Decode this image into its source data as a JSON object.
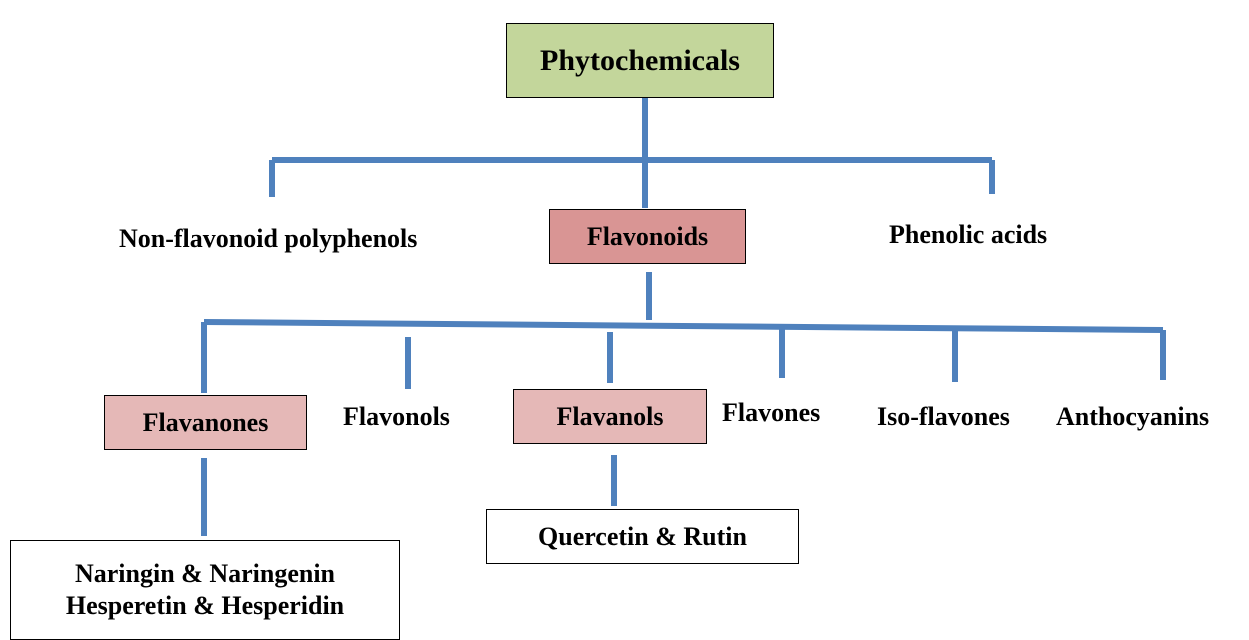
{
  "colors": {
    "connector": "#4f81bd",
    "root_fill": "#c3d69b",
    "flavonoids_fill": "#d99594",
    "subclass_fill": "#e5b8b7",
    "compound_fill": "#ffffff",
    "text": "#000000"
  },
  "root": {
    "label": "Phytochemicals"
  },
  "level1": {
    "non_flavonoid": "Non-flavonoid polyphenols",
    "flavonoids": "Flavonoids",
    "phenolic_acids": "Phenolic acids"
  },
  "level2": {
    "flavanones": "Flavanones",
    "flavonols": "Flavonols",
    "flavanols": "Flavanols",
    "flavones": "Flavones",
    "iso_flavones": "Iso-flavones",
    "anthocyanins": "Anthocyanins"
  },
  "level3": {
    "flavanone_compounds": [
      "Naringin & Naringenin",
      "Hesperetin & Hesperidin"
    ],
    "flavanol_compounds": "Quercetin & Rutin"
  }
}
